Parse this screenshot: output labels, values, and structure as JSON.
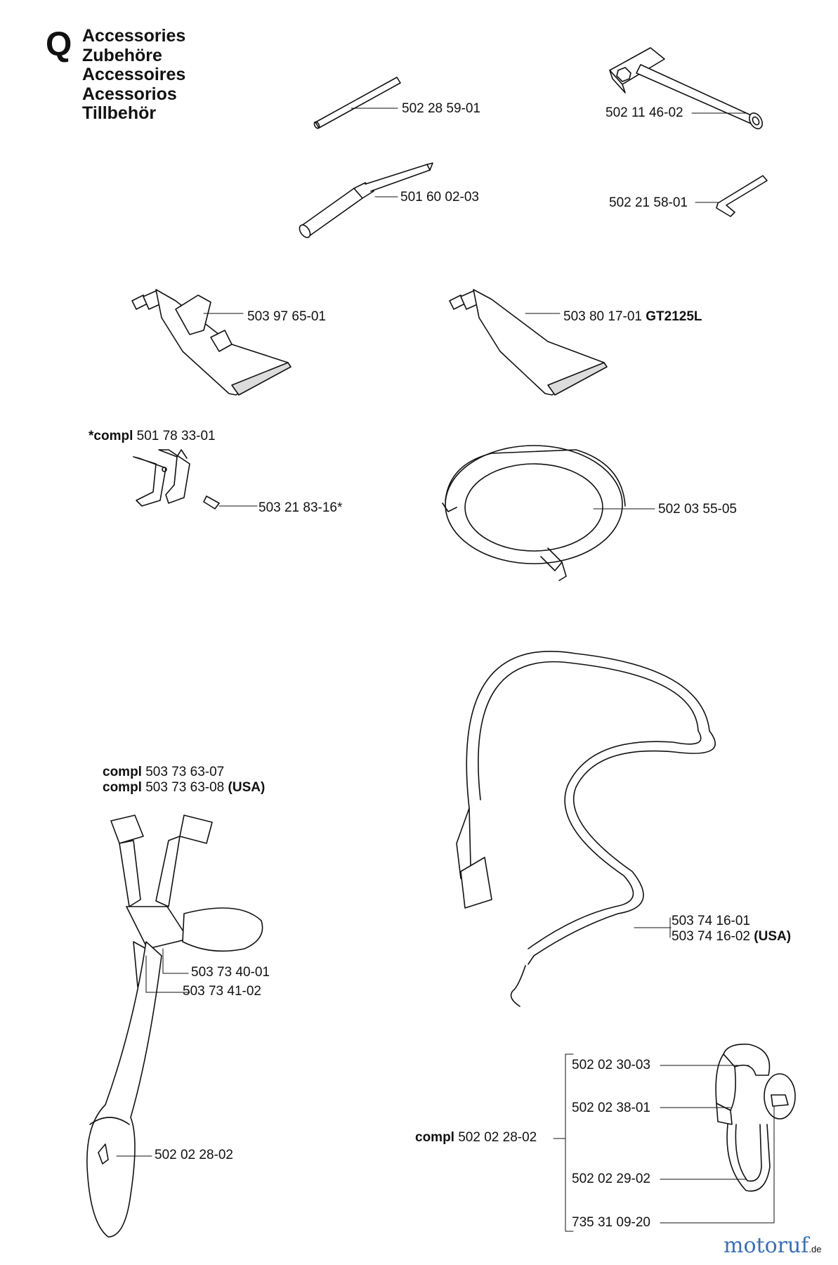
{
  "section": {
    "letter": "Q",
    "titles": [
      "Accessories",
      "Zubehöre",
      "Accessoires",
      "Acessorios",
      "Tillbehör"
    ]
  },
  "parts": {
    "rod": "502 28 59-01",
    "wrench": "502 11 46-02",
    "file": "501 60 02-03",
    "hex_key": "502 21 58-01",
    "grease_tube_1": "503 97 65-01",
    "grease_tube_2": "503 80 17-01",
    "grease_tube_2_model": "GT2125L",
    "clamp_kit_prefix": "*compl",
    "clamp_kit": "501 78 33-01",
    "screw": "503 21 83-16*",
    "guard": "502 03 55-05",
    "harness_prefix": "compl",
    "harness_1": "503 73 63-07",
    "harness_2": "503 73 63-08",
    "harness_2_suffix": "(USA)",
    "harness_buckle_1": "503 73 40-01",
    "harness_buckle_2": "503 73 41-02",
    "harness_hook": "502 02 28-02",
    "strap_1": "503 74 16-01",
    "strap_2": "503 74 16-02",
    "strap_2_suffix": "(USA)",
    "hanger_1": "502 02 30-03",
    "hanger_2": "502 02 38-01",
    "hanger_prefix": "compl",
    "hanger_kit": "502 02 28-02",
    "hanger_3": "502 02 29-02",
    "hanger_4": "735 31 09-20"
  },
  "watermark": {
    "brand": "motoruf",
    "tld": ".de"
  },
  "colors": {
    "line": "#111111",
    "fill": "#ffffff",
    "shade": "#dcdcdc"
  }
}
